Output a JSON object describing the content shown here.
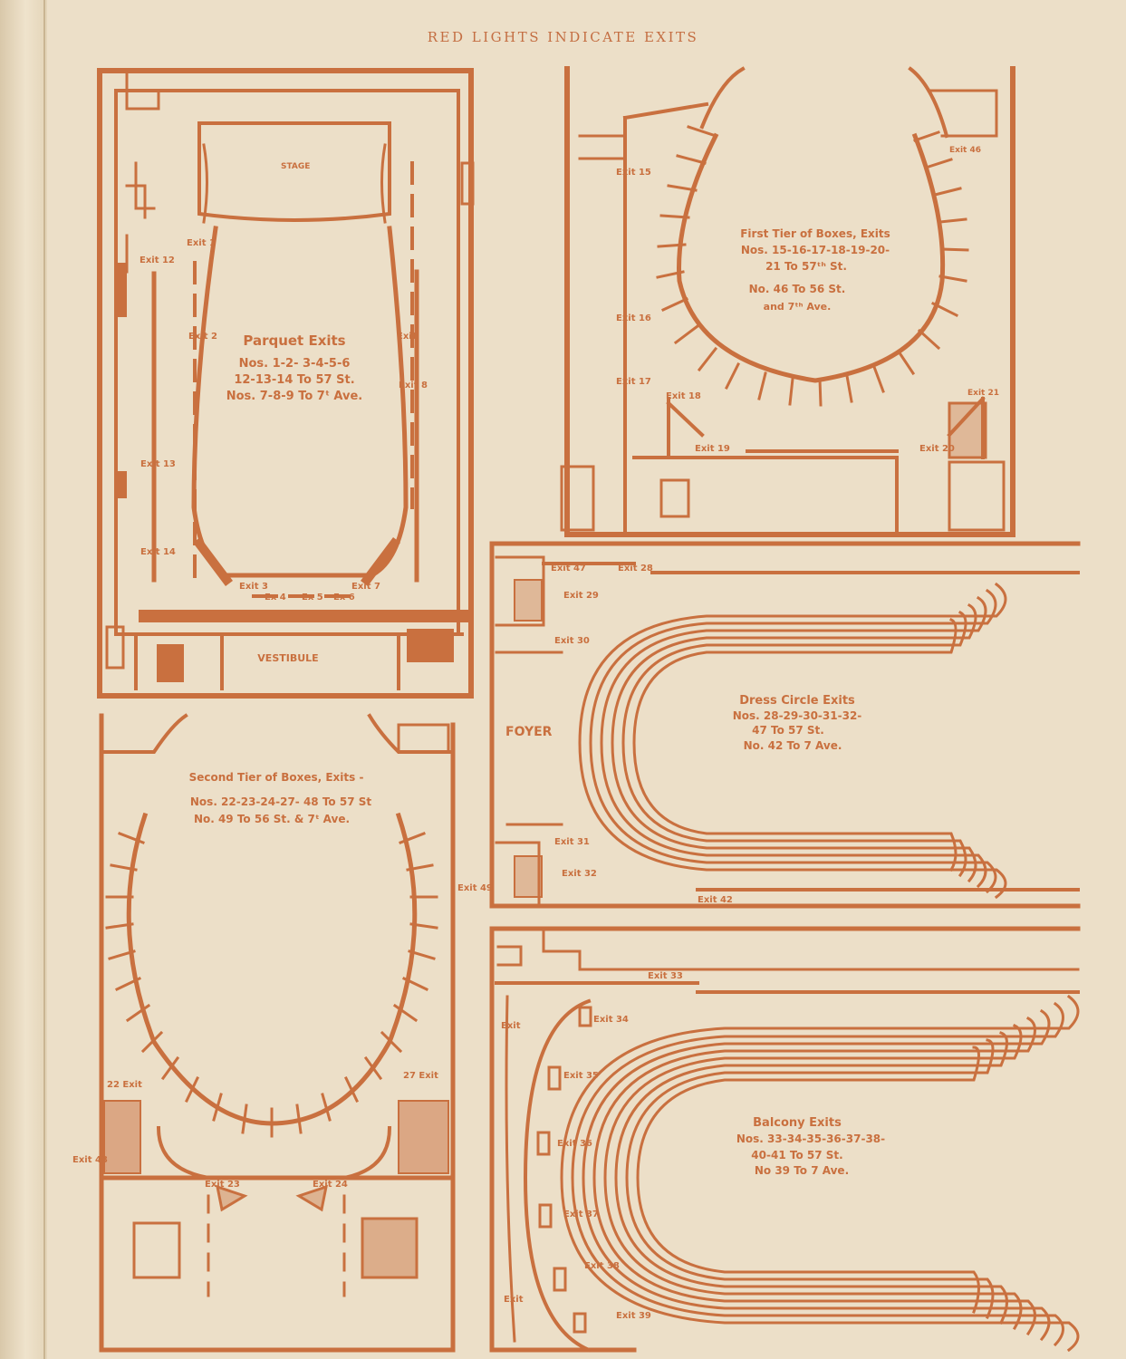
{
  "header": "RED LIGHTS INDICATE EXITS",
  "colors": {
    "ink": "#c9703f",
    "paper": "#ecdfc8"
  },
  "parquet": {
    "stage": "STAGE",
    "vestibule": "VESTIBULE",
    "title": "Parquet Exits",
    "lines": [
      "Nos. 1-2- 3-4-5-6",
      "12-13-14 To 57 St.",
      "Nos. 7-8-9 To 7ᵗ Ave."
    ],
    "exits": [
      "Exit 1",
      "Exit 2",
      "Exit 8",
      "Exit 12",
      "Exit 13",
      "Exit 14",
      "Exit 3",
      "Ex 4",
      "Ex 5",
      "Ex 6",
      "Exit 7",
      "Exit"
    ]
  },
  "first_tier": {
    "title": "First Tier of Boxes, Exits",
    "lines": [
      "Nos. 15-16-17-18-19-20-",
      "21 To 57ᵗʰ St.",
      "No. 46 To 56 St.",
      "and 7ᵗʰ Ave."
    ],
    "exits": [
      "Exit 15",
      "Exit 16",
      "Exit 17",
      "Exit 18",
      "Exit 19",
      "Exit 20",
      "Exit 21",
      "Exit 46"
    ]
  },
  "dress_circle": {
    "foyer": "FOYER",
    "title": "Dress Circle Exits",
    "lines": [
      "Nos. 28-29-30-31-32-",
      "47 To 57 St.",
      "No. 42 To 7 Ave."
    ],
    "exits": [
      "Exit 47",
      "Exit 28",
      "Exit 29",
      "Exit 30",
      "Exit 31",
      "Exit 32",
      "Exit 42"
    ]
  },
  "second_tier": {
    "title": "Second Tier of Boxes, Exits -",
    "lines": [
      "Nos. 22-23-24-27- 48 To 57 St",
      "No. 49 To 56 St. & 7ᵗ Ave."
    ],
    "exits": [
      "Exit 49",
      "22 Exit",
      "27 Exit",
      "Exit 48",
      "Exit 23",
      "Exit 24"
    ]
  },
  "balcony": {
    "title": "Balcony Exits",
    "lines": [
      "Nos. 33-34-35-36-37-38-",
      "40-41 To 57 St.",
      "No 39 To 7 Ave."
    ],
    "exits": [
      "Exit 33",
      "Exit",
      "Exit 34",
      "Exit 35",
      "Exit 36",
      "Exit 37",
      "Exit 38",
      "Exit",
      "Exit 39"
    ]
  }
}
